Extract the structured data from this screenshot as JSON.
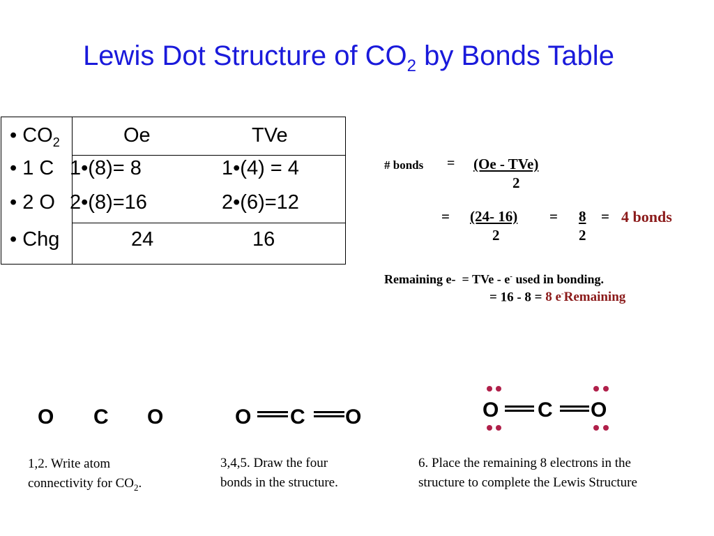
{
  "title": {
    "main": "Lewis Dot Structure of CO",
    "sub": "2",
    "rest": " by Bonds Table"
  },
  "table": {
    "rows": [
      {
        "label": "CO",
        "label_sub": "2",
        "oe": "Oe",
        "tve": "TVe"
      },
      {
        "label": "1 C",
        "label_sub": "",
        "oe": "1•(8)=  8",
        "tve": "1•(4) = 4"
      },
      {
        "label": "2 O",
        "label_sub": "",
        "oe": "2•(8)=16",
        "tve": "2•(6)=12"
      },
      {
        "label": "Chg",
        "label_sub": "",
        "oe": "24",
        "tve": "16"
      }
    ],
    "bullet": "•"
  },
  "equations": {
    "bonds_label": "# bonds",
    "eq1": "=",
    "numerator": "(Oe - TVe)",
    "denominator": "2",
    "line2_eq": "=",
    "line2_num": "(24- 16)",
    "line2_den": "2",
    "line2_eq2": "=",
    "line2_num2": "8",
    "line2_den2": "2",
    "line2_eq3": "=",
    "result": "4 bonds",
    "remaining_label": "Remaining e-",
    "remaining_eq": "=",
    "remaining_expr_a": "TVe  -  e",
    "remaining_sup": "-",
    "remaining_expr_b": " used in bonding.",
    "remaining_line2": "= 16 - 8  =",
    "remaining_result_a": "8 e",
    "remaining_result_sup": "-",
    "remaining_result_b": "Remaining"
  },
  "molecules": {
    "step1": {
      "atoms": [
        "O",
        "C",
        "O"
      ]
    },
    "step2": {
      "atoms": [
        "O",
        "C",
        "O"
      ]
    },
    "step3": {
      "atoms": [
        "O",
        "C",
        "O"
      ]
    },
    "dot_color": "#b0204a"
  },
  "captions": {
    "step1_line1": "1,2. Write atom",
    "step1_line2": "connectivity for CO",
    "step1_sub": "2",
    "step1_end": ".",
    "step2_line1": "3,4,5. Draw the four",
    "step2_line2": "bonds in the structure.",
    "step3_line1": "6. Place the remaining 8 electrons in the",
    "step3_line2": "structure to complete the Lewis Structure"
  },
  "colors": {
    "title": "#1a1adb",
    "accent_red": "#8b1a1a"
  }
}
